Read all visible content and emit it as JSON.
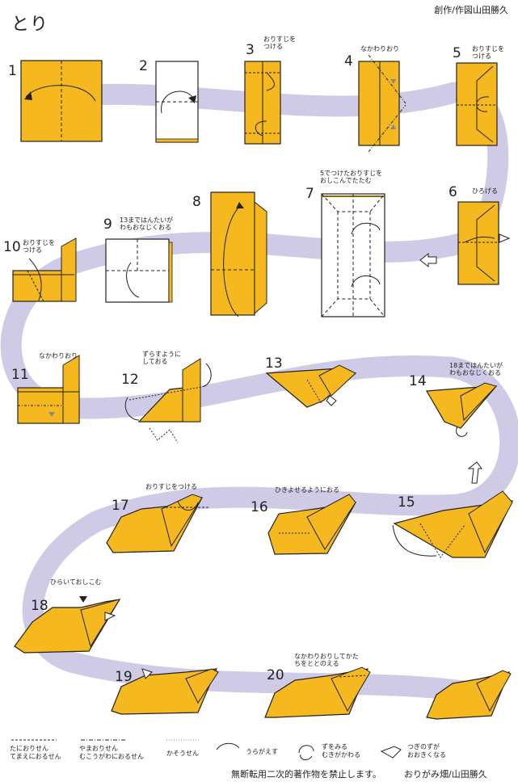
{
  "header": {
    "title": "とり",
    "credit": "創作/作図山田勝久"
  },
  "colors": {
    "paper": "#f5b81e",
    "outline": "#222222",
    "path": "#cfcae6"
  },
  "steps": [
    {
      "num": "1",
      "note": ""
    },
    {
      "num": "2",
      "note": ""
    },
    {
      "num": "3",
      "note": "おりすじを\nつける"
    },
    {
      "num": "4",
      "note": "なかわりおり"
    },
    {
      "num": "5",
      "note": "おりすじを\nつける"
    },
    {
      "num": "6",
      "note": "ひろげる"
    },
    {
      "num": "7",
      "note": "5でつけたおりすじを\nおしこんでたたむ"
    },
    {
      "num": "8",
      "note": ""
    },
    {
      "num": "9",
      "note": "13まではんたいが\nわもおなじくおる"
    },
    {
      "num": "10",
      "note": "おりすじを\nつける"
    },
    {
      "num": "11",
      "note": "なかわりおり"
    },
    {
      "num": "12",
      "note": "ずらすように\nしておる"
    },
    {
      "num": "13",
      "note": ""
    },
    {
      "num": "14",
      "note": "18まではんたいが\nわもおなじくおる"
    },
    {
      "num": "15",
      "note": ""
    },
    {
      "num": "16",
      "note": "ひきよせるようにおる"
    },
    {
      "num": "17",
      "note": "おりすじをつける"
    },
    {
      "num": "18",
      "note": "ひらいておしこむ"
    },
    {
      "num": "19",
      "note": ""
    },
    {
      "num": "20",
      "note": "なかわりおりしてかた\nちをととのえる"
    }
  ],
  "legend": {
    "valley": "たにおりせん\nてまえにおるせん",
    "mountain": "やまおりせん\nむこうがわにおるせん",
    "hidden": "かそうせん",
    "turn_over": "うらがえす",
    "rotate": "ずをみる\nむきがかわる",
    "enlarge": "つぎのずが\nおおきくなる"
  },
  "footer": {
    "notice": "無断転用二次的著作物を禁止します。",
    "credit": "おりがみ畑/山田勝久"
  }
}
